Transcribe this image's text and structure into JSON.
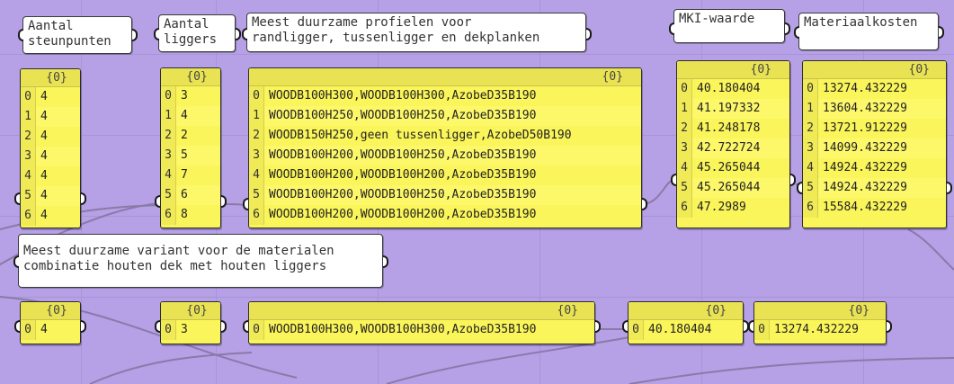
{
  "labels": {
    "steunpunten": "Aantal\nsteunpunten",
    "liggers": "Aantal\nliggers",
    "profielen": "Meest duurzame profielen voor\nrandligger, tussenligger en dekplanken",
    "mki": "MKI-waarde",
    "kosten": "Materiaalkosten",
    "variant": "Meest duurzame variant voor de materialen\ncombinatie houten dek met houten liggers"
  },
  "panels": {
    "steunpunten": {
      "header": "{0}",
      "items": [
        "4",
        "4",
        "4",
        "4",
        "4",
        "4",
        "4"
      ]
    },
    "liggers": {
      "header": "{0}",
      "items": [
        "3",
        "4",
        "2",
        "5",
        "7",
        "6",
        "8"
      ]
    },
    "profielen": {
      "header": "{0}",
      "items": [
        "WOODB100H300,WOODB100H300,AzobeD35B190",
        "WOODB100H250,WOODB100H250,AzobeD35B190",
        "WOODB150H250,geen tussenligger,AzobeD50B190",
        "WOODB100H200,WOODB100H250,AzobeD35B190",
        "WOODB100H200,WOODB100H200,AzobeD35B190",
        "WOODB100H200,WOODB100H250,AzobeD35B190",
        "WOODB100H200,WOODB100H200,AzobeD35B190"
      ]
    },
    "mki": {
      "header": "{0}",
      "items": [
        "40.180404",
        "41.197332",
        "41.248178",
        "42.722724",
        "45.265044",
        "45.265044",
        "47.2989"
      ]
    },
    "kosten": {
      "header": "{0}",
      "items": [
        "13274.432229",
        "13604.432229",
        "13721.912229",
        "14099.432229",
        "14924.432229",
        "14924.432229",
        "15584.432229"
      ]
    },
    "best_steunpunten": {
      "header": "{0}",
      "items": [
        "4"
      ]
    },
    "best_liggers": {
      "header": "{0}",
      "items": [
        "3"
      ]
    },
    "best_profielen": {
      "header": "{0}",
      "items": [
        "WOODB100H300,WOODB100H300,AzobeD35B190"
      ]
    },
    "best_mki": {
      "header": "{0}",
      "items": [
        "40.180404"
      ]
    },
    "best_kosten": {
      "header": "{0}",
      "items": [
        "13274.432229"
      ]
    }
  },
  "colors": {
    "canvas": "#b6a0e6",
    "panel": "#faf55a",
    "wire": "#8a7aa8"
  }
}
